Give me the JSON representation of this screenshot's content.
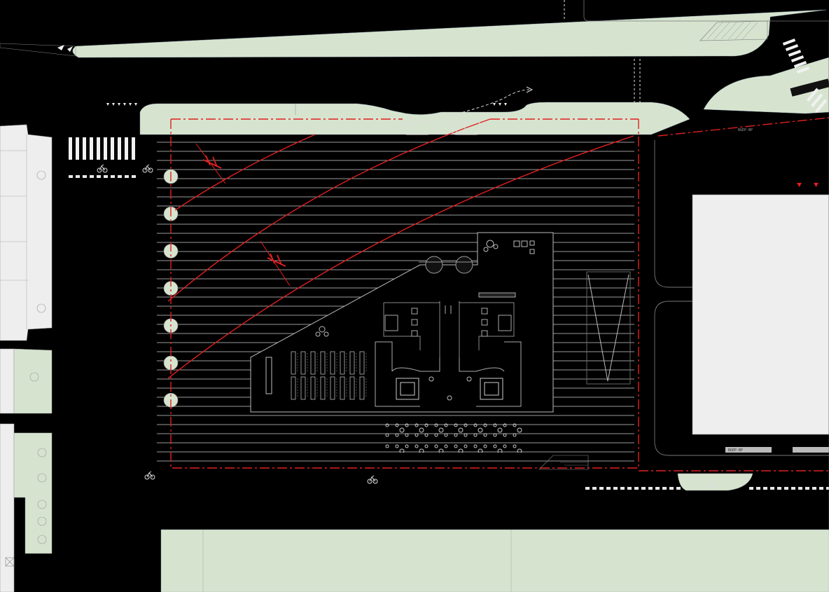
{
  "drawing": {
    "type": "site plan",
    "labels": {
      "road_code_top": "BGEP-BP",
      "road_code_right": "BGEP-BP"
    }
  },
  "colors": {
    "background": "#000000",
    "green_space": "#d6e4cf",
    "building": "#eeeeee",
    "plaza_line": "#9a9a9a",
    "site_boundary": "#e02020",
    "structure": "#bbbbbb",
    "marking": "#f2f2f2"
  },
  "counts": {
    "perimeter_trees": 7,
    "plaza_stripes": 36
  },
  "icons": [
    "bicycle-icon",
    "car-icon",
    "tree-icon",
    "table-set-icon",
    "triangle-marker-icon"
  ]
}
